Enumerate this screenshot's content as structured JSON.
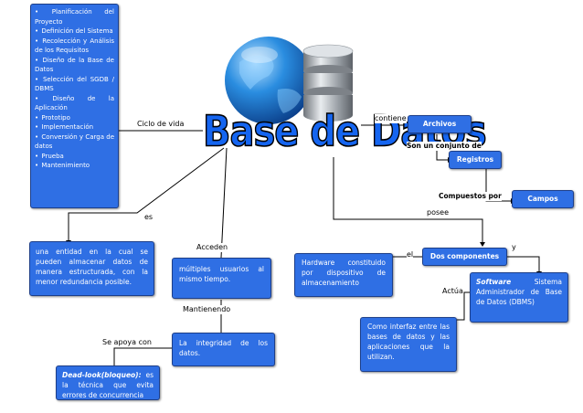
{
  "title": "Base de Datos",
  "side_list": {
    "items": [
      "Planificación del Proyecto",
      "Definición del Sistema",
      "Recolección y Análisis de los Requisitos",
      "Diseño de la Base de Datos",
      "Selección del SGDB / DBMS",
      "Diseño de la Aplicación",
      "Prototipo",
      "Implementación",
      "Conversión y Carga de datos",
      "Prueba",
      "Mantenimiento"
    ]
  },
  "labels": {
    "ciclo": "Ciclo de vida",
    "contiene": "contiene",
    "son_un_conjunto": "Son un conjunto de",
    "compuestos_por": "Compuestos por",
    "posee": "posee",
    "el": "el",
    "y": "y",
    "actua": "Actúa",
    "es": "es",
    "acceden": "Acceden",
    "mantienendo": "Mantienendo",
    "se_apoya": "Se apoya con"
  },
  "nodes": {
    "archivos": "Archivos",
    "registros": "Registros",
    "campos": "Campos",
    "dos_componentes": "Dos componentes",
    "hardware": "Hardware constituido por dispositivo de almacenamiento",
    "software_em": "Software",
    "software_rest": " Sistema Administrador de Base de Datos (DBMS)",
    "interfaz": "Como interfaz entre las bases de datos y las aplicaciones que la utilizan.",
    "entidad": "una entidad en la cual se pueden almacenar datos de manera estructurada, con la menor redundancia posible.",
    "usuarios": "múltiples usuarios al mismo tiempo.",
    "integridad": "La integridad de los datos.",
    "deadlock_em": "Dead-look(bloqueo):",
    "deadlock_rest": " es la técnica que evita errores de concurrencia"
  },
  "colors": {
    "box": "#2f6fe4",
    "title": "#1565f0"
  }
}
